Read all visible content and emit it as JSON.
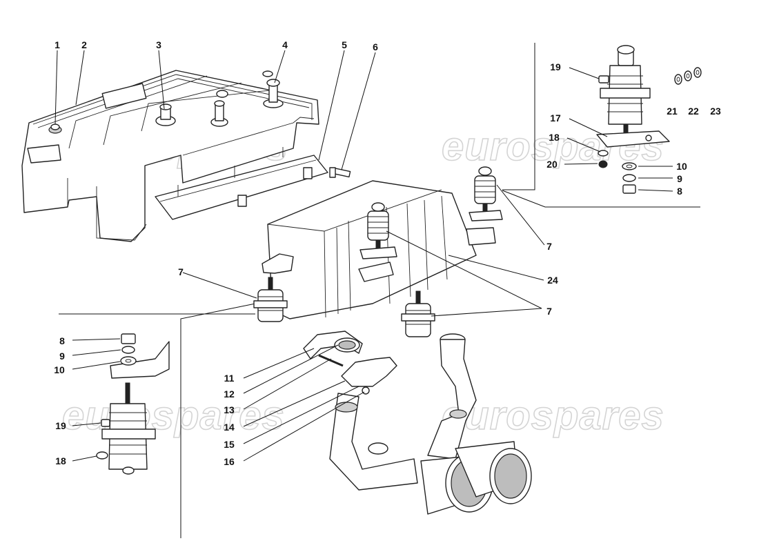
{
  "watermark": "eurospares",
  "callouts": [
    {
      "id": "c1",
      "text": "1"
    },
    {
      "id": "c2",
      "text": "2"
    },
    {
      "id": "c3",
      "text": "3"
    },
    {
      "id": "c4",
      "text": "4"
    },
    {
      "id": "c5",
      "text": "5"
    },
    {
      "id": "c6",
      "text": "6"
    },
    {
      "id": "c19a",
      "text": "19"
    },
    {
      "id": "c21",
      "text": "21"
    },
    {
      "id": "c22",
      "text": "22"
    },
    {
      "id": "c23",
      "text": "23"
    },
    {
      "id": "c17",
      "text": "17"
    },
    {
      "id": "c18a",
      "text": "18"
    },
    {
      "id": "c20",
      "text": "20"
    },
    {
      "id": "c10a",
      "text": "10"
    },
    {
      "id": "c9a",
      "text": "9"
    },
    {
      "id": "c8a",
      "text": "8"
    },
    {
      "id": "c7a",
      "text": "7"
    },
    {
      "id": "c7b",
      "text": "7"
    },
    {
      "id": "c24",
      "text": "24"
    },
    {
      "id": "c7c",
      "text": "7"
    },
    {
      "id": "c8b",
      "text": "8"
    },
    {
      "id": "c9b",
      "text": "9"
    },
    {
      "id": "c10b",
      "text": "10"
    },
    {
      "id": "c19b",
      "text": "19"
    },
    {
      "id": "c18b",
      "text": "18"
    },
    {
      "id": "c11",
      "text": "11"
    },
    {
      "id": "c12",
      "text": "12"
    },
    {
      "id": "c13",
      "text": "13"
    },
    {
      "id": "c14",
      "text": "14"
    },
    {
      "id": "c15",
      "text": "15"
    },
    {
      "id": "c16",
      "text": "16"
    }
  ]
}
